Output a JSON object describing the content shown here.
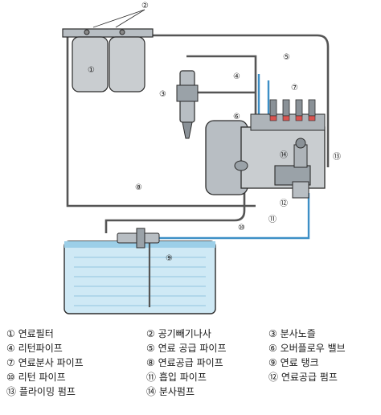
{
  "diagram": {
    "callouts": [
      "①",
      "②",
      "③",
      "④",
      "⑤",
      "⑥",
      "⑦",
      "⑧",
      "⑨",
      "⑩",
      "⑪",
      "⑫",
      "⑬",
      "⑭"
    ]
  },
  "legend": [
    {
      "num": "①",
      "text": "연료필터"
    },
    {
      "num": "②",
      "text": "공기빼기나사"
    },
    {
      "num": "③",
      "text": "분사노즐"
    },
    {
      "num": "④",
      "text": "리턴파이프"
    },
    {
      "num": "⑤",
      "text": "연료 공급 파이프"
    },
    {
      "num": "⑥",
      "text": "오버플로우 밸브"
    },
    {
      "num": "⑦",
      "text": "연료분사 파이프"
    },
    {
      "num": "⑧",
      "text": "연료공급 파이프"
    },
    {
      "num": "⑨",
      "text": "연료 탱크"
    },
    {
      "num": "⑩",
      "text": "리턴 파이프"
    },
    {
      "num": "⑪",
      "text": "흡입 파이프"
    },
    {
      "num": "⑫",
      "text": "연료공급 펌프"
    },
    {
      "num": "⑬",
      "text": "플라이밍 펌프"
    },
    {
      "num": "⑭",
      "text": "분사펌프"
    }
  ],
  "colors": {
    "pipe_blue": "#3d8fc6",
    "tank_fill": "#cfe9f5",
    "pump_gray": "#b8bec3",
    "filter_gray": "#c9cdd0",
    "outline": "#2b2b2b"
  }
}
